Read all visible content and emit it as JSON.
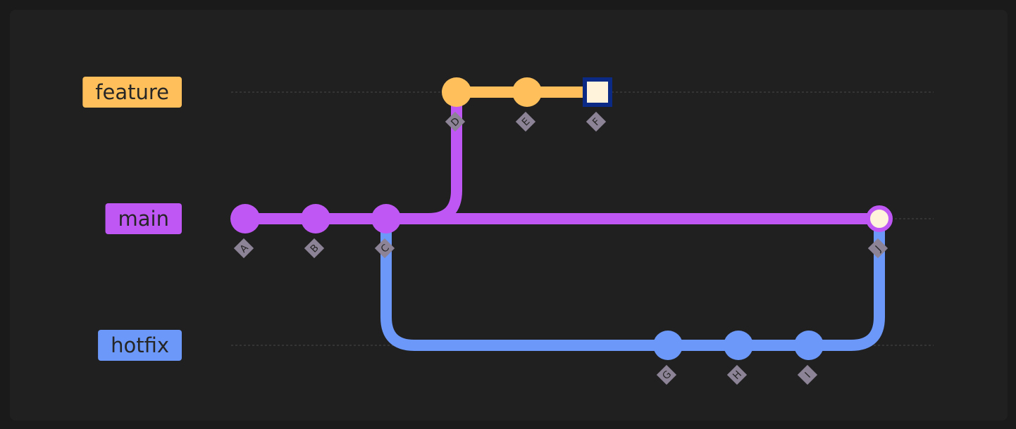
{
  "branches": [
    {
      "name": "feature",
      "color": "#ffc05c"
    },
    {
      "name": "main",
      "color": "#bf57f5"
    },
    {
      "name": "hotfix",
      "color": "#6c98f9"
    }
  ],
  "commits": [
    {
      "id": "A",
      "branch": "main",
      "style": "normal"
    },
    {
      "id": "B",
      "branch": "main",
      "style": "normal"
    },
    {
      "id": "C",
      "branch": "main",
      "style": "normal"
    },
    {
      "id": "D",
      "branch": "feature",
      "style": "normal"
    },
    {
      "id": "E",
      "branch": "feature",
      "style": "normal"
    },
    {
      "id": "F",
      "branch": "feature",
      "style": "highlight"
    },
    {
      "id": "G",
      "branch": "hotfix",
      "style": "normal"
    },
    {
      "id": "H",
      "branch": "hotfix",
      "style": "normal"
    },
    {
      "id": "I",
      "branch": "hotfix",
      "style": "normal"
    },
    {
      "id": "J",
      "branch": "main",
      "style": "merge"
    }
  ],
  "connections": [
    {
      "from": "C",
      "to": "D"
    },
    {
      "from": "C",
      "to": "G"
    },
    {
      "from": "I",
      "to": "J"
    }
  ],
  "colors": {
    "background": "#202020",
    "gridline": "#484848",
    "commit_label_bg": "#8d8396",
    "commit_label_text": "#262626",
    "highlight_fill": "#fff3dc",
    "highlight_border": "#0b2a86"
  }
}
